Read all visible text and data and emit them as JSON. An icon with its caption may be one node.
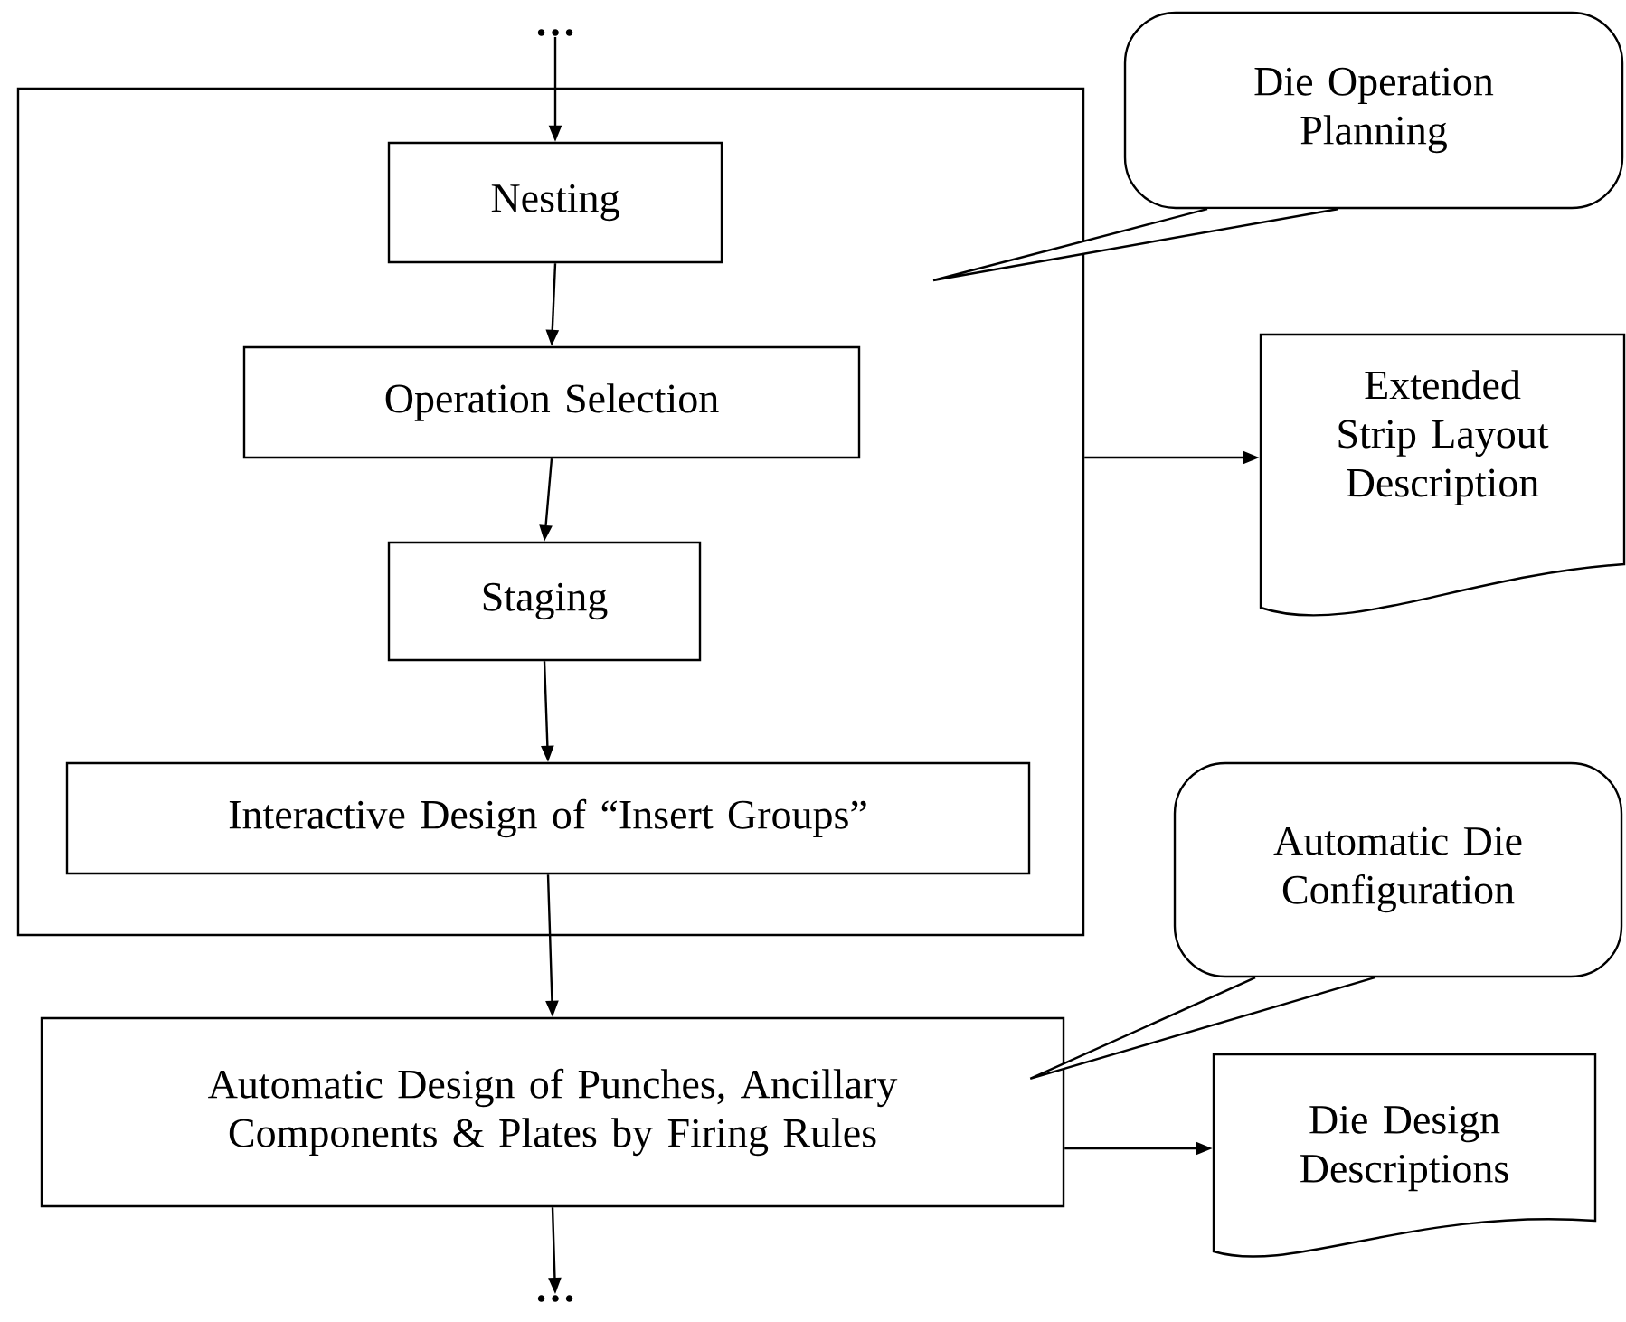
{
  "diagram": {
    "nodes": [
      {
        "text": [
          "…"
        ]
      },
      {
        "text": [],
        "shape": "box"
      },
      {
        "text": [
          "Nesting"
        ],
        "in": 1
      },
      {
        "text": [
          "Operation Selection"
        ],
        "in": 1
      },
      {
        "text": [
          "Staging"
        ],
        "in": 1
      },
      {
        "text": [
          "Interactive Design of “Insert Groups”"
        ],
        "in": 1
      },
      {
        "text": [
          "Die Operation Planning"
        ]
      },
      {
        "text": [
          "Extended Strip Layout Description"
        ]
      },
      {
        "text": [
          "Automatic Die Configuration"
        ]
      },
      {
        "text": [
          "Automatic Design of Punches, Ancillary Components & Plates by Firing Rules"
        ]
      },
      {
        "text": [
          "Die Design Descriptions"
        ]
      },
      {
        "text": [
          "…"
        ]
      }
    ],
    "edges": [
      {
        "from": 0,
        "to": 2,
        "arrow": "to"
      },
      {
        "from": 2,
        "to": 3,
        "arrow": "to"
      },
      {
        "from": 3,
        "to": 4,
        "arrow": "to"
      },
      {
        "from": 4,
        "to": 5,
        "arrow": "to"
      },
      {
        "from": 5,
        "to": 9,
        "arrow": "to"
      },
      {
        "from": 1,
        "to": 7,
        "arrow": "to"
      },
      {
        "from": 9,
        "to": 10,
        "arrow": "to"
      },
      {
        "from": 9,
        "to": 11,
        "arrow": "to"
      },
      {
        "from": 6,
        "to": null,
        "arrow": "none"
      },
      {
        "from": 8,
        "to": 9,
        "arrow": "none"
      }
    ]
  }
}
